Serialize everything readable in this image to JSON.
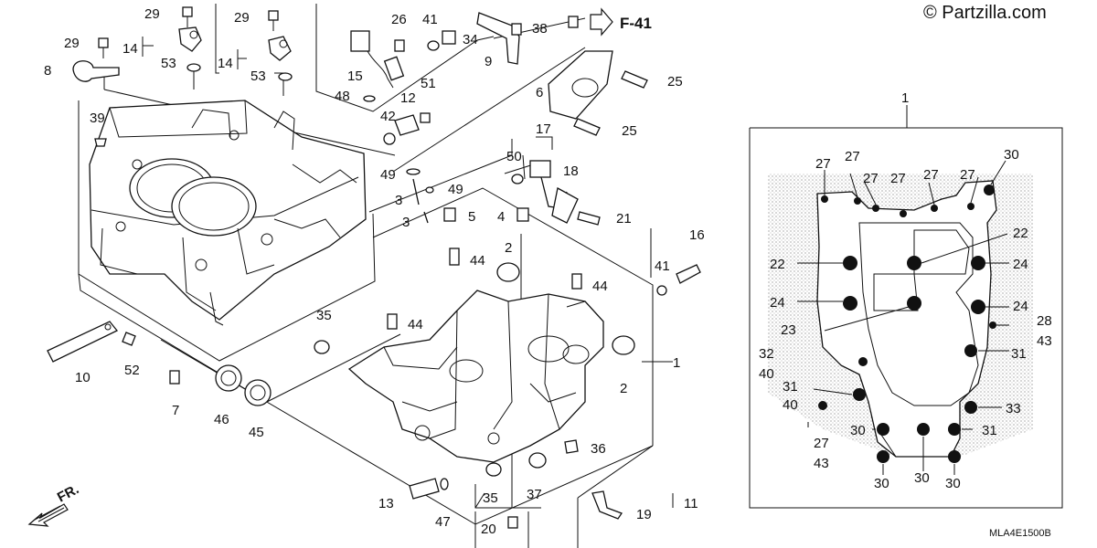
{
  "watermark": "© Partzilla.com",
  "diagram_code": "MLA4E1500B",
  "front_indicator": "FR.",
  "reference": "F-41",
  "callouts": {
    "c29a": "29",
    "c29b": "29",
    "c29c": "29",
    "c14a": "14",
    "c14b": "14",
    "c53a": "53",
    "c53b": "53",
    "c8": "8",
    "c39": "39",
    "c10": "10",
    "c52": "52",
    "c7": "7",
    "c46": "46",
    "c45": "45",
    "c26": "26",
    "c41a": "41",
    "c34": "34",
    "c38": "38",
    "c9": "9",
    "c15": "15",
    "c48": "48",
    "c51": "51",
    "c12": "12",
    "c42": "42",
    "c6": "6",
    "c25a": "25",
    "c25b": "25",
    "c17": "17",
    "c50": "50",
    "c18": "18",
    "c21": "21",
    "c49a": "49",
    "c49b": "49",
    "c3a": "3",
    "c3b": "3",
    "c5": "5",
    "c4": "4",
    "c2a": "2",
    "c2b": "2",
    "c44a": "44",
    "c44b": "44",
    "c44c": "44",
    "c16": "16",
    "c41b": "41",
    "c1a": "1",
    "c1b": "1",
    "c35a": "35",
    "c35b": "35",
    "c36": "36",
    "c37": "37",
    "c13": "13",
    "c47": "47",
    "c20": "20",
    "c19": "19",
    "c11": "11",
    "r27a": "27",
    "r27b": "27",
    "r27c": "27",
    "r27d": "27",
    "r27e": "27",
    "r27f": "27",
    "r30a": "30",
    "r22a": "22",
    "r22b": "22",
    "r24a": "24",
    "r24b": "24",
    "r24c": "24",
    "r23": "23",
    "r28": "28",
    "r43a": "43",
    "r31a": "31",
    "r32": "32",
    "r40a": "40",
    "r31b": "31",
    "r40b": "40",
    "r33": "33",
    "r27g": "27",
    "r43b": "43",
    "r30b": "30",
    "r31c": "31",
    "r30c": "30",
    "r30d": "30",
    "r30e": "30"
  }
}
